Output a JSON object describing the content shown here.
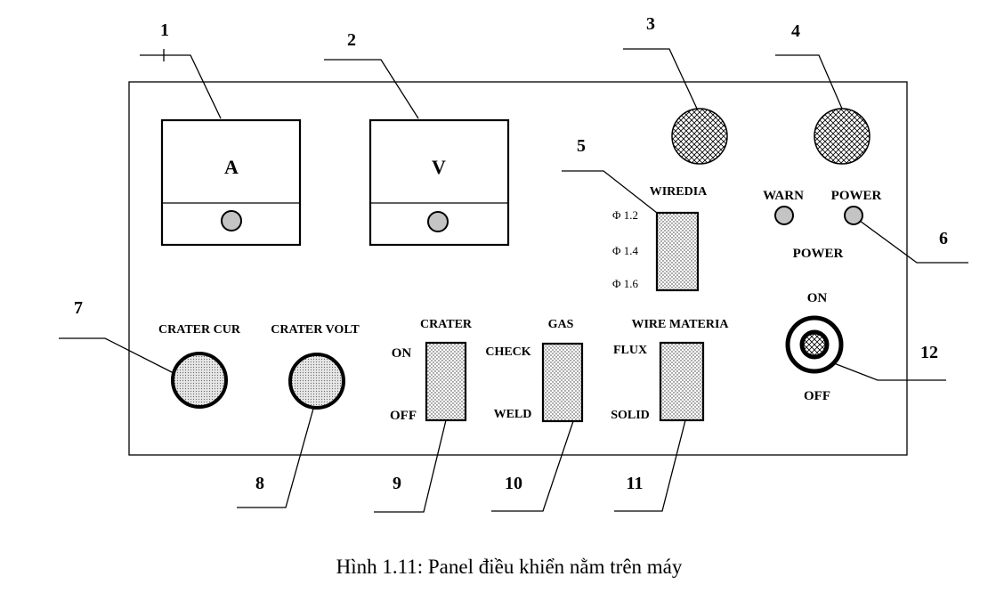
{
  "meters": {
    "ammeter": "A",
    "voltmeter": "V"
  },
  "numbers": {
    "n1": "1",
    "n2": "2",
    "n3": "3",
    "n4": "4",
    "n5": "5",
    "n6": "6",
    "n7": "7",
    "n8": "8",
    "n9": "9",
    "n10": "10",
    "n11": "11",
    "n12": "12"
  },
  "wire_dia": {
    "title": "WIREDIA",
    "opt1": "Φ 1.2",
    "opt2": "Φ 1.4",
    "opt3": "Φ 1.6"
  },
  "indicators": {
    "warn": "WARN",
    "power": "POWER",
    "power_label": "POWER"
  },
  "knobs": {
    "crater_cur": "CRATER CUR",
    "crater_volt": "CRATER VOLT"
  },
  "crater_switch": {
    "title": "CRATER",
    "top": "ON",
    "bottom": "OFF"
  },
  "gas_switch": {
    "title": "GAS",
    "top": "CHECK",
    "bottom": "WELD"
  },
  "wire_switch": {
    "title": "WIRE MATERIA",
    "top": "FLUX",
    "bottom": "SOLID"
  },
  "power_switch": {
    "top": "ON",
    "bottom": "OFF"
  },
  "caption": "Hình 1.11: Panel điều khiển nằm trên máy",
  "colors": {
    "knob_fill": "#d4d4d4",
    "lamp_fill": "#c4c4c4"
  }
}
